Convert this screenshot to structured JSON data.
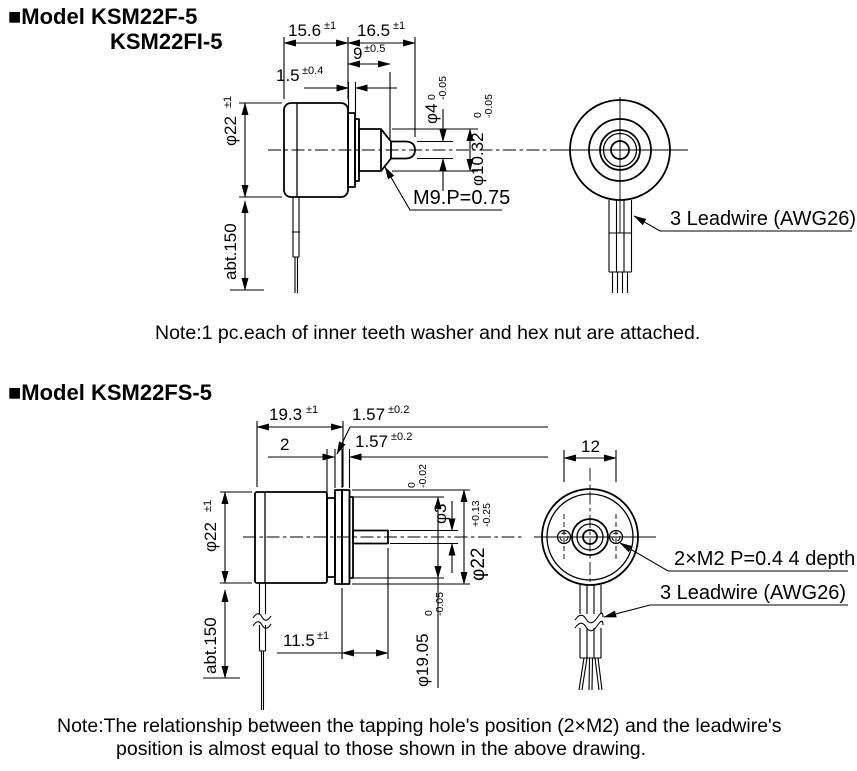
{
  "page": {
    "bg": "#ffffff",
    "ink": "#000000"
  },
  "model1": {
    "title_line1": "■Model  KSM22F-5",
    "title_line2": "KSM22FI-5",
    "dims": {
      "w1": {
        "v": "15.6",
        "t": "±1"
      },
      "w2": {
        "v": "16.5",
        "t": "±1"
      },
      "thread_len": {
        "v": "9",
        "t": "±0.5"
      },
      "washer": {
        "v": "1.5",
        "t": "±0.4"
      },
      "shaft_dia": {
        "v": "φ4",
        "tu": "0",
        "td": "-0.05"
      },
      "bush_dia": {
        "v": "φ10.32",
        "tu": "0",
        "td": "-0.05"
      },
      "body_dia": {
        "v": "φ22",
        "t": "±1"
      },
      "lead_len": {
        "v": "abt.150"
      },
      "thread": "M9.P=0.75",
      "leadwire": "3 Leadwire (AWG26)"
    },
    "note": "Note:1 pc.each of inner teeth washer and hex nut are attached."
  },
  "model2": {
    "title": "■Model KSM22FS-5",
    "dims": {
      "w1": {
        "v": "19.3",
        "t": "±1"
      },
      "p1": {
        "v": "1.57",
        "t": "±0.2"
      },
      "p2": {
        "v": "1.57",
        "t": "±0.2"
      },
      "d2": {
        "v": "2"
      },
      "shaft_dia": {
        "v": "φ3",
        "tu": "0",
        "td": "-0.02"
      },
      "flange_dia": {
        "v": "φ22",
        "tu": "+0.13",
        "td": "-0.25"
      },
      "pilot_dia": {
        "v": "φ19.05",
        "tu": "0",
        "td": "-0.05"
      },
      "body_dia": {
        "v": "φ22",
        "t": "±1"
      },
      "lead_len": {
        "v": "abt.150"
      },
      "shaft_len": {
        "v": "11.5",
        "t": "±1"
      },
      "hole_span": {
        "v": "12"
      },
      "tap": "2×M2 P=0.4  4  depth",
      "leadwire": "3 Leadwire (AWG26)"
    },
    "note_line1": "Note:The relationship between the tapping hole's position (2×M2) and the leadwire's",
    "note_line2": "position is almost equal to those shown in the above drawing."
  }
}
